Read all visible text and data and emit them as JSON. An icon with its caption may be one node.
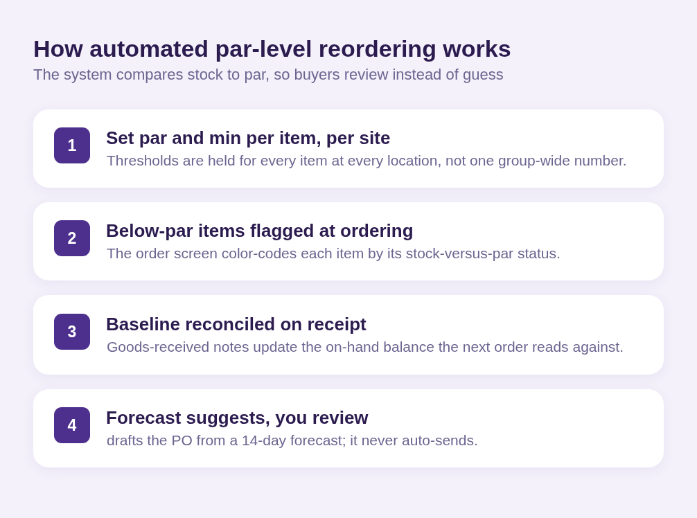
{
  "diagram": {
    "title": "How automated par-level reordering works",
    "nodes": [
      {
        "text": [
          "Set par and min per item, per site",
          "Thresholds are held for every item at every location, not one group-wide number."
        ]
      },
      {
        "text": [
          "1"
        ],
        "in": 0
      },
      {
        "text": [
          "Below-par items flagged at ordering",
          "The order screen color-codes each item by its stock-versus-par status."
        ]
      },
      {
        "text": [
          "2"
        ],
        "in": 2
      },
      {
        "text": [
          "Baseline reconciled on receipt",
          "Goods-received notes update the on-hand balance the next order reads against."
        ]
      },
      {
        "text": [
          "3"
        ],
        "in": 4
      },
      {
        "text": [
          "Forecast suggests, you review",
          "drafts the PO from a 14-day forecast; it never auto-sends."
        ]
      },
      {
        "text": [
          "4"
        ],
        "in": 6
      }
    ],
    "labels": [
      "The system compares stock to par, so buyers review instead of guess"
    ]
  }
}
